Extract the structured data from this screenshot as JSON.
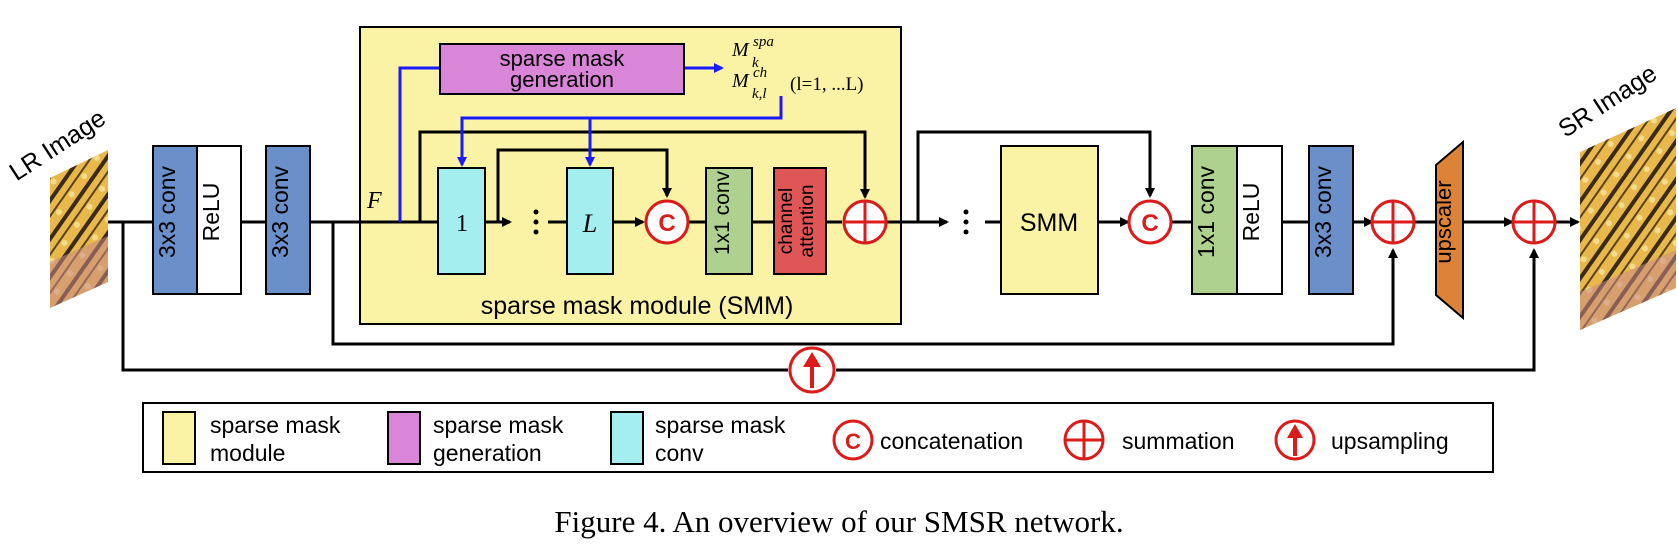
{
  "colors": {
    "conv_blue": "#6b8fc9",
    "relu_white": "#ffffff",
    "smm_yellow": "#faf3a6",
    "mask_gen_pink": "#d985d8",
    "sparse_conv_cyan": "#a5eef0",
    "conv1x1_green": "#aed18f",
    "channel_attention_red": "#e05656",
    "upscaler_orange": "#dd8338",
    "op_red": "#dc1b1b",
    "mask_arrow_blue": "#1a1aff",
    "line_black": "#000000"
  },
  "images": {
    "input_label": "LR Image",
    "output_label": "SR Image"
  },
  "blocks": {
    "conv_a": "3x3 conv",
    "relu_a": "ReLU",
    "conv_b": "3x3 conv",
    "feature_label": "F",
    "mask_generation": "sparse mask generation",
    "mask_generation_line1": "sparse mask",
    "mask_generation_line2": "generation",
    "sparse_conv_first": "1",
    "sparse_conv_last": "L",
    "conv_1x1_inner": "1x1 conv",
    "channel_attention_line1": "channel",
    "channel_attention_line2": "attention",
    "smm_title": "sparse mask module (SMM)",
    "smm_box": "SMM",
    "conv_1x1_outer": "1x1 conv",
    "relu_b": "ReLU",
    "conv_c": "3x3 conv",
    "upscaler": "upscaler"
  },
  "masks": {
    "spatial_base": "M",
    "spatial_sub": "k",
    "spatial_sup": "spa",
    "channel_base": "M",
    "channel_sub": "k,l",
    "channel_sup": "ch",
    "range": "(l=1, ...L)"
  },
  "ops": {
    "concat_symbol": "C"
  },
  "legend": {
    "smm_line1": "sparse mask",
    "smm_line2": "module",
    "gen_line1": "sparse mask",
    "gen_line2": "generation",
    "conv_line1": "sparse mask",
    "conv_line2": "conv",
    "concat_symbol": "C",
    "concatenation": "concatenation",
    "summation": "summation",
    "upsampling": "upsampling"
  },
  "caption": "Figure 4. An overview of our SMSR network."
}
